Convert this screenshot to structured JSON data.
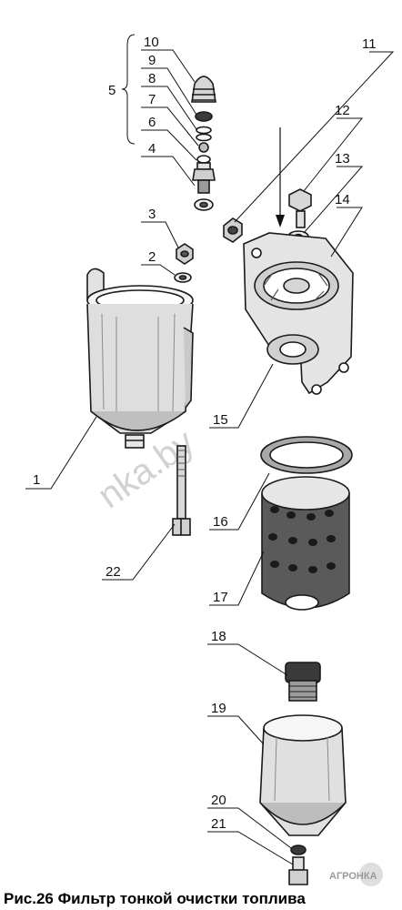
{
  "caption": "Рис.26 Фильтр тонкой очистки топлива",
  "watermark": "nka.by",
  "logo_text": "АГРОНКА",
  "labels": {
    "l1": "1",
    "l2": "2",
    "l3": "3",
    "l4": "4",
    "l5": "5",
    "l6": "6",
    "l7": "7",
    "l8": "8",
    "l9": "9",
    "l10": "10",
    "l11": "11",
    "l12": "12",
    "l13": "13",
    "l14": "14",
    "l15": "15",
    "l16": "16",
    "l17": "17",
    "l18": "18",
    "l19": "19",
    "l20": "20",
    "l21": "21",
    "l22": "22"
  },
  "colors": {
    "ink": "#111111",
    "shade": "#cfcfcf",
    "dark": "#3a3a3a",
    "logo_accent": "#c8c8c8"
  }
}
